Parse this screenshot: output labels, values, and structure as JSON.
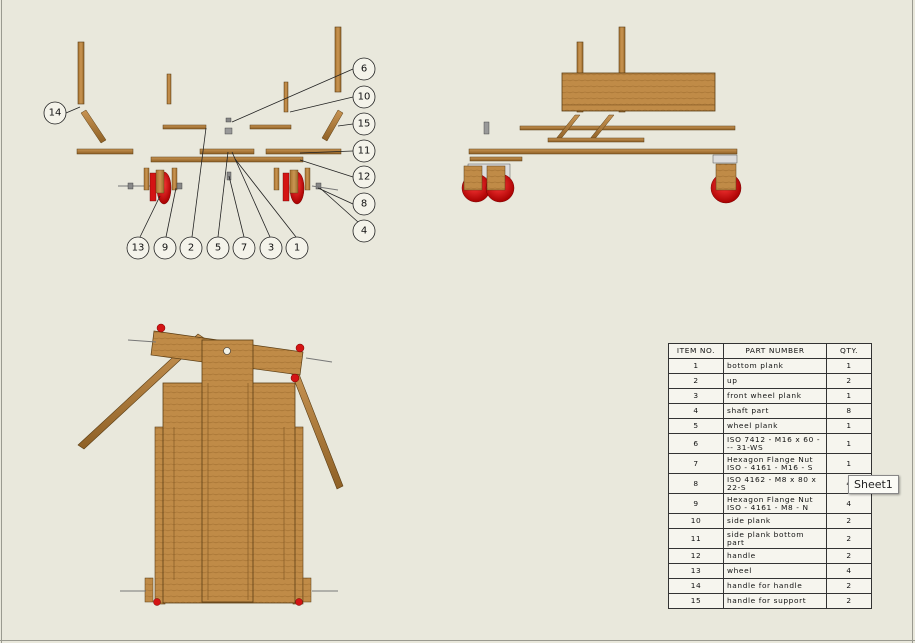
{
  "balloons": [
    "14",
    "6",
    "10",
    "15",
    "11",
    "12",
    "8",
    "4",
    "13",
    "9",
    "2",
    "5",
    "7",
    "3",
    "1"
  ],
  "bom": {
    "headers": [
      "ITEM NO.",
      "PART NUMBER",
      "QTY."
    ],
    "rows": [
      {
        "item": "1",
        "part": "bottom plank",
        "qty": "1"
      },
      {
        "item": "2",
        "part": "up",
        "qty": "2"
      },
      {
        "item": "3",
        "part": "front wheel plank",
        "qty": "1"
      },
      {
        "item": "4",
        "part": "shaft part",
        "qty": "8"
      },
      {
        "item": "5",
        "part": "wheel plank",
        "qty": "1"
      },
      {
        "item": "6",
        "part": "ISO 7412 - M16 x 60 --- 31-WS",
        "qty": "1"
      },
      {
        "item": "7",
        "part": "Hexagon Flange Nut ISO - 4161 - M16 - S",
        "qty": "1"
      },
      {
        "item": "8",
        "part": "ISO 4162 - M8 x 80 x 22-S",
        "qty": "4"
      },
      {
        "item": "9",
        "part": "Hexagon Flange Nut ISO - 4161 - M8 - N",
        "qty": "4"
      },
      {
        "item": "10",
        "part": "side plank",
        "qty": "2"
      },
      {
        "item": "11",
        "part": "side plank bottom part",
        "qty": "2"
      },
      {
        "item": "12",
        "part": "handle",
        "qty": "2"
      },
      {
        "item": "13",
        "part": "wheel",
        "qty": "4"
      },
      {
        "item": "14",
        "part": "handle for handle",
        "qty": "2"
      },
      {
        "item": "15",
        "part": "handle for support",
        "qty": "2"
      }
    ]
  },
  "tooltip": "Sheet1",
  "colors": {
    "background": "#e9e8dc",
    "wood": "#b8843f",
    "wood_dark": "#6b4a1c",
    "wheel_red": "#d41414"
  }
}
